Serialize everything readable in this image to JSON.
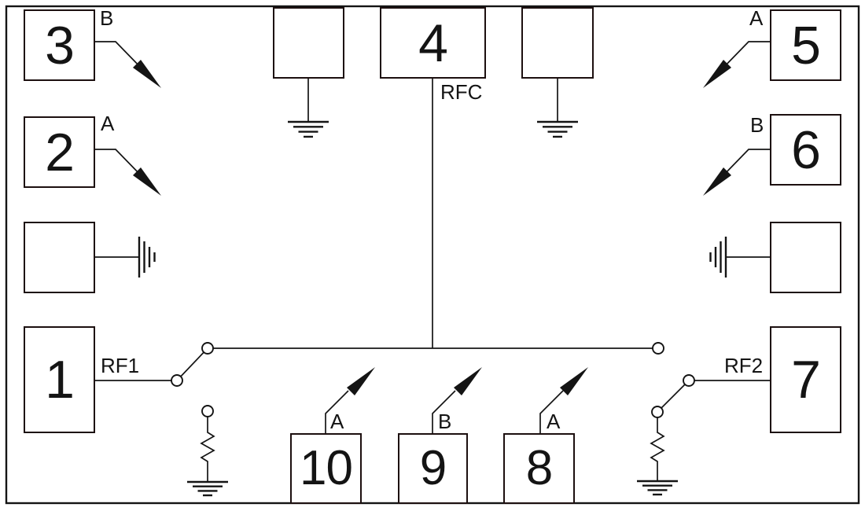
{
  "diagram": {
    "type": "rf-switch-functional-diagram"
  },
  "colors": {
    "ink": "#141414",
    "background": "#ffffff",
    "box_border": "#1c0f0f"
  },
  "pins": {
    "p1": {
      "number": "1",
      "label": "RF1"
    },
    "p2": {
      "number": "2",
      "label": "A"
    },
    "p3": {
      "number": "3",
      "label": "B"
    },
    "p4": {
      "number": "4",
      "label": "RFC"
    },
    "p5": {
      "number": "5",
      "label": "A"
    },
    "p6": {
      "number": "6",
      "label": "B"
    },
    "p7": {
      "number": "7",
      "label": "RF2"
    },
    "p8": {
      "number": "8",
      "label": "A"
    },
    "p9": {
      "number": "9",
      "label": "B"
    },
    "p10": {
      "number": "10",
      "label": "A"
    }
  }
}
